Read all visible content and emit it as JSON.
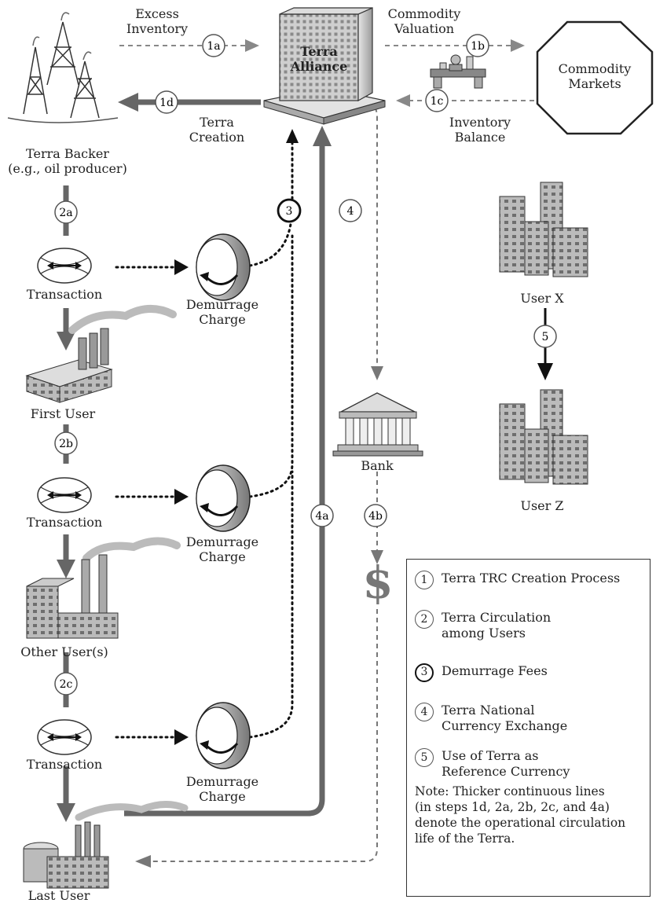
{
  "labels": {
    "excess_inventory": "Excess\nInventory",
    "terra_alliance": "Terra\nAlliance",
    "commodity_valuation": "Commodity\nValuation",
    "commodity_markets": "Commodity\nMarkets",
    "terra_creation": "Terra\nCreation",
    "inventory_balance": "Inventory\nBalance",
    "terra_backer": "Terra Backer\n(e.g., oil producer)",
    "transaction": "Transaction",
    "demurrage_charge": "Demurrage\nCharge",
    "first_user": "First User",
    "other_users": "Other User(s)",
    "last_user": "Last User",
    "bank": "Bank",
    "user_x": "User X",
    "user_z": "User Z",
    "dollar": "$"
  },
  "steps": {
    "s1a": "1a",
    "s1b": "1b",
    "s1c": "1c",
    "s1d": "1d",
    "s2a": "2a",
    "s2b": "2b",
    "s2c": "2c",
    "s3": "3",
    "s4": "4",
    "s4a": "4a",
    "s4b": "4b",
    "s5": "5"
  },
  "legend": {
    "items": [
      {
        "num": "1",
        "text": "Terra TRC Creation Process"
      },
      {
        "num": "2",
        "text": "Terra Circulation\namong Users"
      },
      {
        "num": "3",
        "text": "Demurrage Fees"
      },
      {
        "num": "4",
        "text": "Terra National\nCurrency Exchange"
      },
      {
        "num": "5",
        "text": "Use of Terra as\nReference Currency"
      }
    ],
    "note": "Note: Thicker continuous lines\n(in steps 1d, 2a, 2b, 2c, and 4a)\ndenote the operational circulation\nlife of the Terra."
  },
  "colors": {
    "thick_line": "#666666",
    "dashed_line": "#777777",
    "dotted_line": "#111111",
    "building": "#bdbdbd"
  }
}
